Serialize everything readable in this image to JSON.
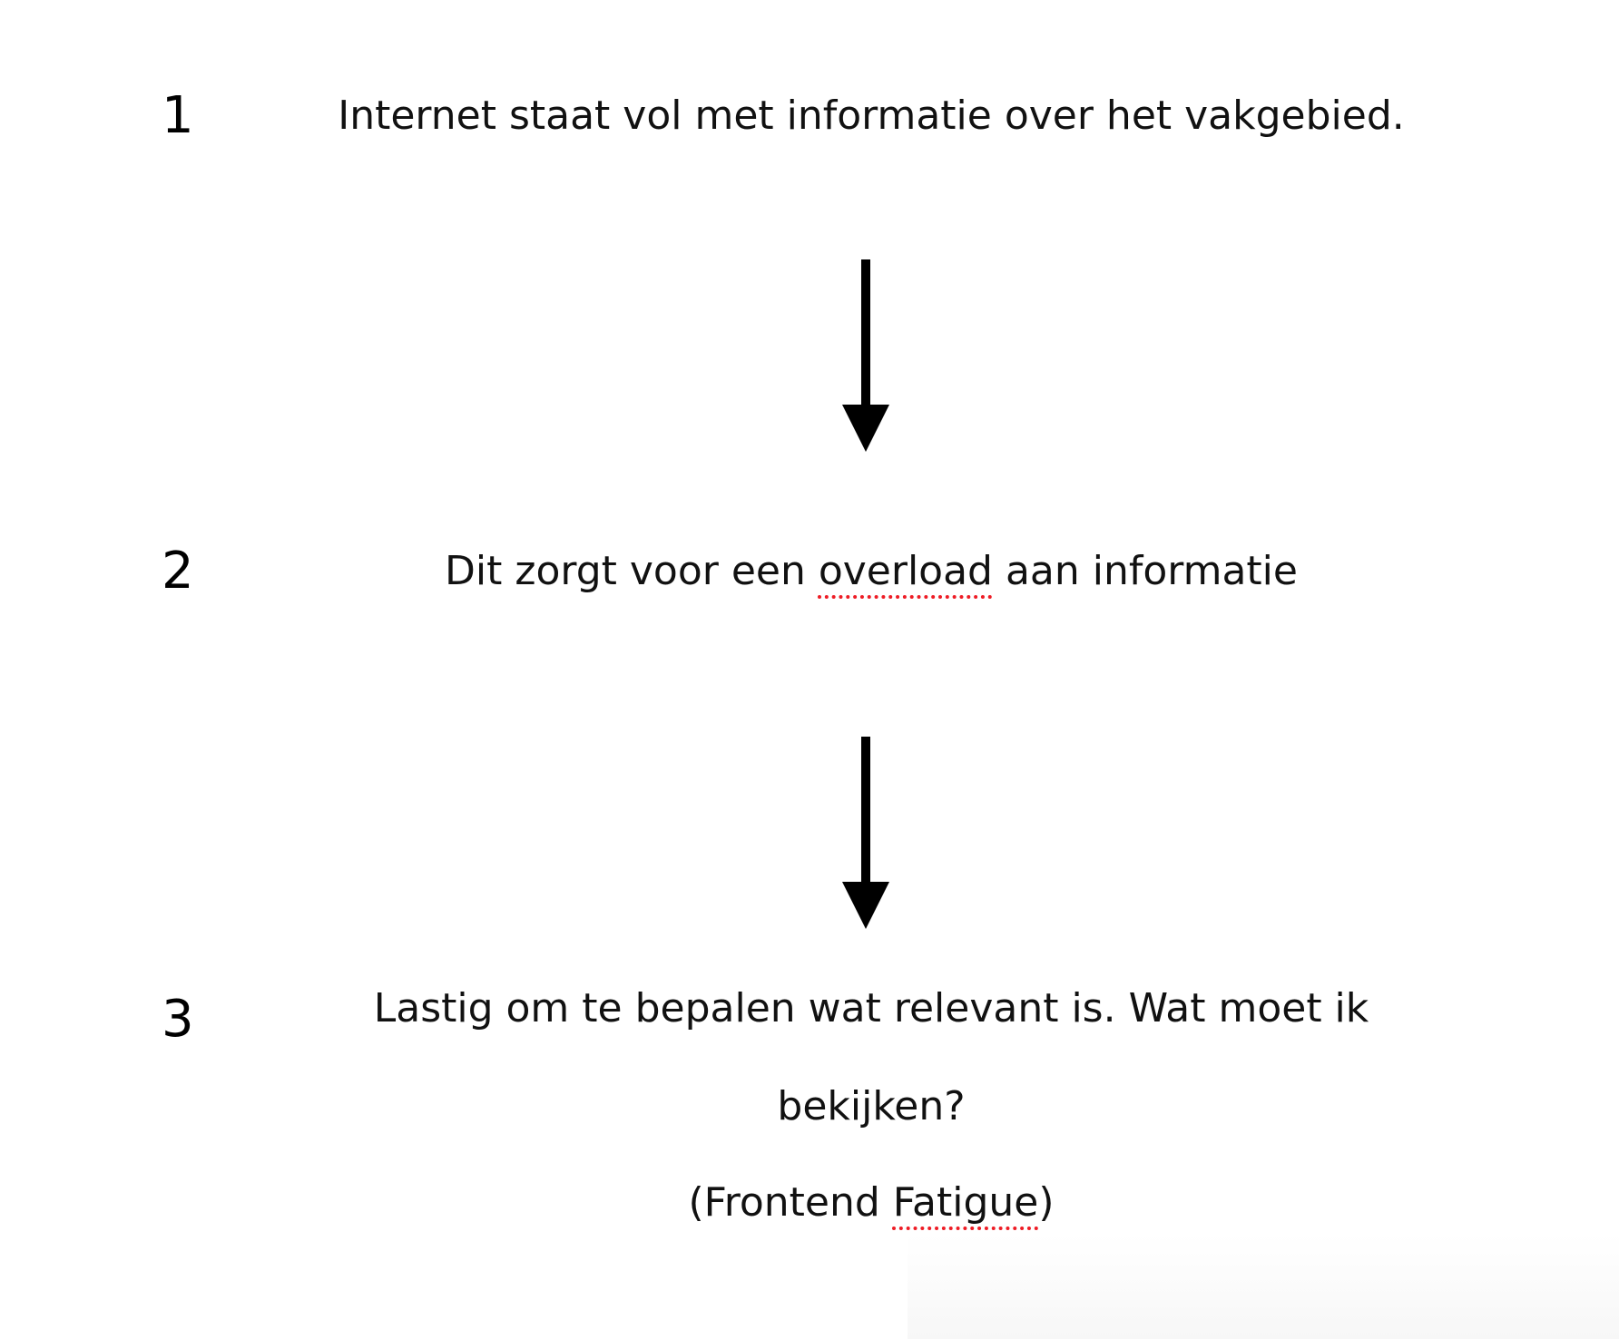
{
  "steps": [
    {
      "number": "1",
      "text": "Internet staat vol met informatie over het vakgebied."
    },
    {
      "number": "2",
      "text_before": "Dit zorgt voor een ",
      "text_flagged": "overload",
      "text_after": " aan informatie"
    },
    {
      "number": "3",
      "line1": "Lastig om te bepalen wat relevant is. Wat moet ik",
      "line2": "bekijken?",
      "line3_before": "(Frontend ",
      "line3_flagged": "Fatigue",
      "line3_after": ")"
    }
  ],
  "arrows": [
    {
      "direction": "down",
      "icon": "arrow-down-icon"
    },
    {
      "direction": "down",
      "icon": "arrow-down-icon"
    }
  ],
  "colors": {
    "text": "#111111",
    "arrow": "#000000",
    "spellcheck_underline": "#ee1c25",
    "background": "#ffffff"
  }
}
